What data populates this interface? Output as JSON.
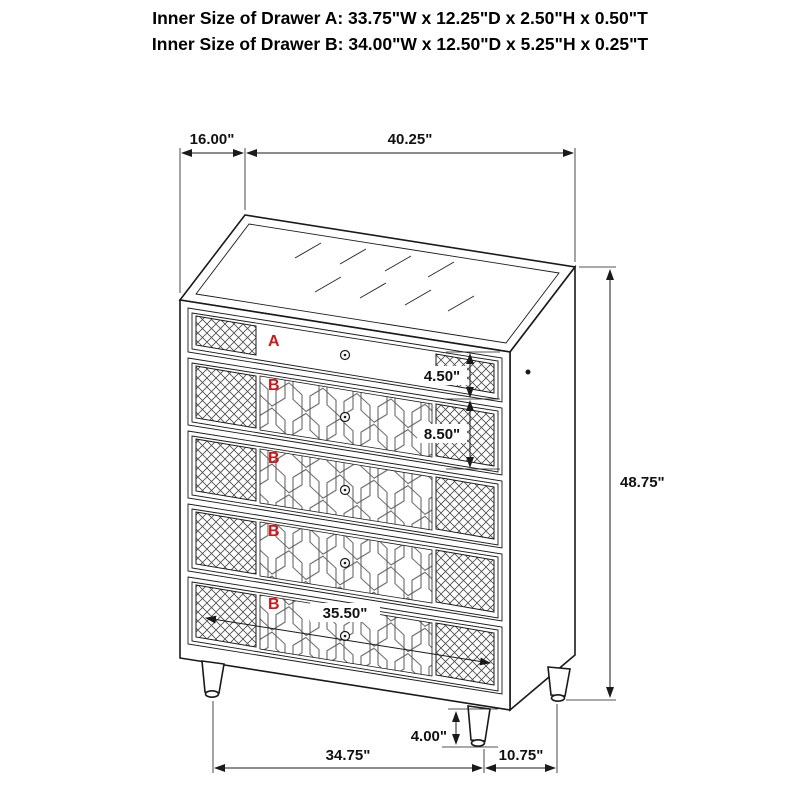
{
  "header": {
    "line1": "Inner Size of Drawer A: 33.75\"W x 12.25\"D x 2.50\"H x 0.50\"T",
    "line2": "Inner Size of Drawer B: 34.00\"W x 12.50\"D x 5.25\"H x 0.25\"T"
  },
  "drawers": {
    "a_label": "A",
    "b_label": "B"
  },
  "dimensions": {
    "top_depth": "16.00\"",
    "top_width": "40.25\"",
    "drawer_a_height": "4.50\"",
    "drawer_b_height": "8.50\"",
    "overall_height": "48.75\"",
    "drawer_inner_width": "35.50\"",
    "leg_height": "4.00\"",
    "base_width": "34.75\"",
    "base_depth": "10.75\""
  },
  "colors": {
    "line": "#1a1a1a",
    "drawer_label": "#d01616",
    "background": "#ffffff"
  }
}
